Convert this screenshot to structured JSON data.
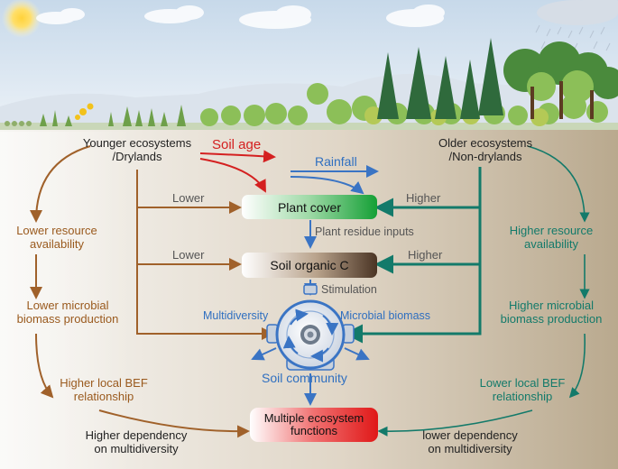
{
  "left_header": "Younger ecosystems\n/Drylands",
  "right_header": "Older ecosystems\n/Non-drylands",
  "soil_age": "Soil age",
  "rainfall": "Rainfall",
  "plant_cover": "Plant cover",
  "soil_organic_c": "Soil organic C",
  "plant_residue_inputs": "Plant residue inputs",
  "stimulation": "Stimulation",
  "multidiversity": "Multidiversity",
  "microbial_biomass": "Microbial biomass",
  "soil_community": "Soil community",
  "multiple_functions": "Multiple ecosystem\nfunctions",
  "lower_1": "Lower",
  "lower_2": "Lower",
  "higher_1": "Higher",
  "higher_2": "Higher",
  "left_resource": "Lower  resource\navailability",
  "left_microbial": "Lower  microbial\nbiomass production",
  "left_bef": "Higher local BEF\nrelationship",
  "left_dependency": "Higher dependency\non multidiversity",
  "right_resource": "Higher  resource\navailability",
  "right_microbial": "Higher  microbial\nbiomass production",
  "right_bef": "Lower local BEF\nrelationship",
  "right_dependency": "lower dependency\non multidiversity",
  "colors": {
    "dryland_brown": "#9a5a1e",
    "nondryland_green": "#137a6a",
    "flow_blue": "#2f6fc0",
    "soil_age_red": "#d42020"
  }
}
